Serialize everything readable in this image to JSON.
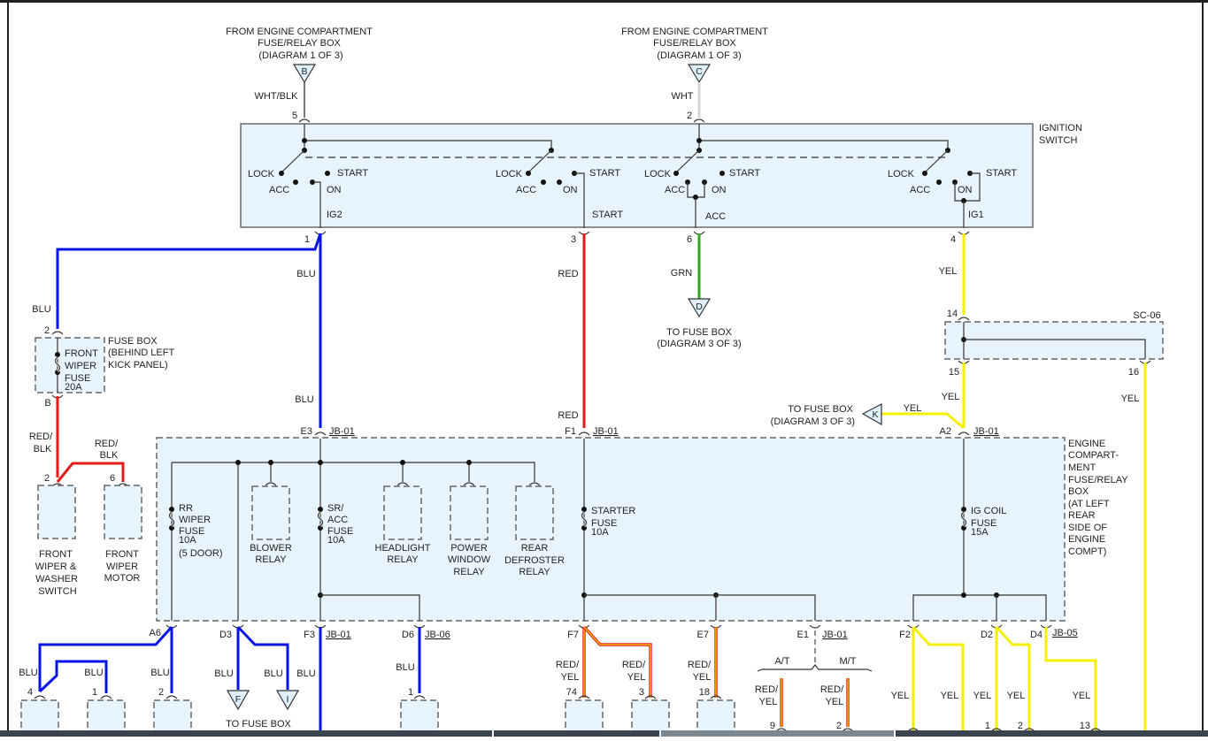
{
  "diagram": {
    "title": "Ignition Switch / Fuse Distribution Wiring Diagram",
    "sources": {
      "B": {
        "letter": "B",
        "text": [
          "FROM ENGINE COMPARTMENT",
          "FUSE/RELAY BOX",
          "(DIAGRAM 1 OF 3)"
        ],
        "wire": "WHT/BLK",
        "pin": "5"
      },
      "C": {
        "letter": "C",
        "text": [
          "FROM ENGINE COMPARTMENT",
          "FUSE/RELAY BOX",
          "(DIAGRAM 1 OF 3)"
        ],
        "wire": "WHT",
        "pin": "2"
      }
    },
    "ignition_switch": {
      "name": [
        "IGNITION",
        "SWITCH"
      ],
      "positions": {
        "lock": "LOCK",
        "acc": "ACC",
        "on": "ON",
        "start": "START"
      },
      "outputs": [
        {
          "circuit": "IG2",
          "pin": "1",
          "wire": "BLU"
        },
        {
          "circuit": "START",
          "pin": "3",
          "wire": "RED"
        },
        {
          "circuit": "ACC",
          "pin": "6",
          "wire": "GRN"
        },
        {
          "circuit": "IG1",
          "pin": "4",
          "wire": "YEL"
        }
      ]
    },
    "to_fuse_box_D": {
      "letter": "D",
      "text": [
        "TO FUSE BOX",
        "(DIAGRAM 3 OF 3)"
      ]
    },
    "to_fuse_box_K": {
      "letter": "K",
      "text": [
        "TO FUSE BOX",
        "(DIAGRAM 3 OF 3)"
      ],
      "wire": "YEL"
    },
    "splice": {
      "name": "SC-06",
      "pins": [
        "14",
        "15",
        "16"
      ],
      "wires": {
        "in": "YEL",
        "out15": "YEL",
        "out16": "YEL"
      }
    },
    "kick_fuse_box": {
      "name": [
        "FUSE BOX",
        "(BEHIND LEFT",
        "KICK PANEL)"
      ],
      "fuse": [
        "FRONT",
        "WIPER",
        "FUSE",
        "20A"
      ],
      "pin_in": "2",
      "pin_out": "B",
      "wire_in": "BLU",
      "wire_out": "RED/\nBLK"
    },
    "front_wiper": {
      "wire1": [
        "RED/",
        "BLK"
      ],
      "wire2": [
        "RED/",
        "BLK"
      ],
      "switch": {
        "pin": "2",
        "label": [
          "FRONT",
          "WIPER &",
          "WASHER",
          "SWITCH"
        ]
      },
      "motor": {
        "pin": "6",
        "label": [
          "FRONT",
          "WIPER",
          "MOTOR"
        ]
      }
    },
    "engine_box": {
      "name": [
        "ENGINE",
        "COMPART-",
        "MENT",
        "FUSE/RELAY",
        "BOX",
        "(AT LEFT",
        "REAR",
        "SIDE OF",
        "ENGINE",
        "COMPT)"
      ],
      "inputs": [
        {
          "pin": "E3",
          "conn": "JB-01",
          "wire": "BLU"
        },
        {
          "pin": "F1",
          "conn": "JB-01",
          "wire": "RED"
        },
        {
          "pin": "A2",
          "conn": "JB-01",
          "wire": "YEL"
        }
      ],
      "fuses": {
        "rr_wiper": [
          "RR",
          "WIPER",
          "FUSE",
          "10A",
          "(5 DOOR)"
        ],
        "sr_acc": [
          "SR/",
          "ACC",
          "FUSE",
          "10A"
        ],
        "starter": [
          "STARTER",
          "FUSE",
          "10A"
        ],
        "ig_coil": [
          "IG COIL",
          "FUSE",
          "15A"
        ]
      },
      "relays": [
        [
          "BLOWER",
          "RELAY"
        ],
        [
          "HEADLIGHT",
          "RELAY"
        ],
        [
          "POWER",
          "WINDOW",
          "RELAY"
        ],
        [
          "REAR",
          "DEFROSTER",
          "RELAY"
        ]
      ],
      "outputs": [
        {
          "pin": "A6"
        },
        {
          "pin": "D3"
        },
        {
          "pin": "F3",
          "conn": "JB-01"
        },
        {
          "pin": "D6",
          "conn": "JB-06"
        },
        {
          "pin": "F7"
        },
        {
          "pin": "E7"
        },
        {
          "pin": "E1",
          "conn": "JB-01"
        },
        {
          "pin": "F2"
        },
        {
          "pin": "D2"
        },
        {
          "pin": "D4",
          "conn": "JB-05"
        }
      ]
    },
    "bottom": {
      "blu": "BLU",
      "ry": [
        "RED/",
        "YEL"
      ],
      "yel": "YEL",
      "pins": {
        "p4": "4",
        "p1": "1",
        "p2": "2",
        "d6": "1",
        "f7a": "74",
        "f7b": "3",
        "e7": "18",
        "at": "9",
        "mt": "2",
        "d2a": "1",
        "d2b": "2",
        "d4": "13"
      },
      "F": "F",
      "I": "I",
      "to_fuse": "TO FUSE BOX",
      "at_label": "A/T",
      "mt_label": "M/T"
    }
  }
}
